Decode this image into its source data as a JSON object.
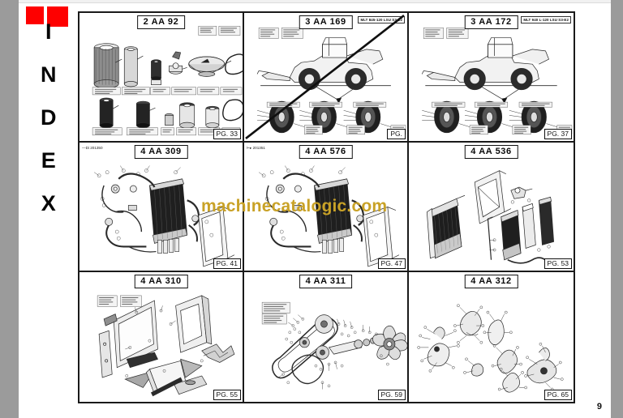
{
  "document": {
    "index_tab_letters": [
      "I",
      "N",
      "D",
      "E",
      "X"
    ],
    "page_number": "9",
    "watermark": "machinecatalogic.com",
    "accent_color": "#fe0000",
    "watermark_color": "#c9a227"
  },
  "grid": {
    "cells": [
      {
        "code": "2 AA 92",
        "model": "",
        "ref": "",
        "page": "PG. 33",
        "art": "filters-and-belts",
        "slash": false
      },
      {
        "code": "3 AA 169",
        "model": "MLT 845-120 LSU S3-E2",
        "ref": "",
        "page": "PG.",
        "art": "telehandler-and-wheels",
        "slash": true
      },
      {
        "code": "3 AA 172",
        "model": "MLT 940 L-120 LSU S3-E2",
        "ref": "",
        "page": "PG. 37",
        "art": "telehandler-and-wheels",
        "slash": false
      },
      {
        "code": "4 AA 309",
        "model": "",
        "ref": "Di 201350",
        "page": "PG. 41",
        "art": "radiator-assembly",
        "slash": false
      },
      {
        "code": "4 AA 576",
        "model": "",
        "ref": "201351",
        "page": "PG. 47",
        "art": "radiator-assembly",
        "slash": false
      },
      {
        "code": "4 AA 536",
        "model": "",
        "ref": "",
        "page": "PG. 53",
        "art": "radiator-cores",
        "slash": false
      },
      {
        "code": "4 AA 310",
        "model": "",
        "ref": "",
        "page": "PG. 55",
        "art": "panels-and-guards",
        "slash": false
      },
      {
        "code": "4 AA 311",
        "model": "",
        "ref": "",
        "page": "PG. 59",
        "art": "fan-and-belt-drive",
        "slash": false
      },
      {
        "code": "4 AA 312",
        "model": "",
        "ref": "",
        "page": "PG. 65",
        "art": "brackets-and-mounts",
        "slash": false
      }
    ]
  }
}
